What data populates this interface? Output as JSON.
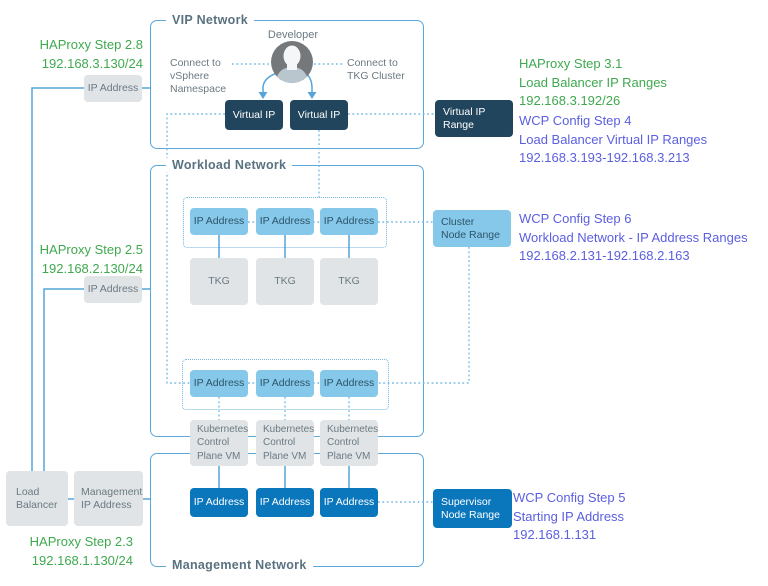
{
  "colors": {
    "green_text": "#3FA94F",
    "violet_text": "#5B5FE0",
    "solid_line": "#55A5D9",
    "dotted_line": "#79BCE5",
    "navy_box": "#21455C",
    "blue_box": "#0A76BC",
    "light_blue_box": "#85C8EA",
    "gray_box": "#E0E4E7",
    "network_border": "#5BA7DB"
  },
  "networks": {
    "vip": "VIP Network",
    "workload": "Workload Network",
    "management": "Management Network"
  },
  "developer": {
    "label": "Developer",
    "connect_left": [
      "Connect to",
      "vSphere",
      "Namespace"
    ],
    "connect_right": [
      "Connect to",
      "TKG Cluster"
    ]
  },
  "vip_network": {
    "virtual_ip_1": "Virtual IP",
    "virtual_ip_2": "Virtual IP"
  },
  "right_boxes": {
    "virtual_ip_range": [
      "Virtual IP",
      "Range"
    ],
    "cluster_node_range": [
      "Cluster",
      "Node Range"
    ],
    "supervisor_node_range": [
      "Supervisor",
      "Node Range"
    ]
  },
  "left_column": {
    "ip_address_top": "IP Address",
    "ip_address_mid": "IP Address",
    "load_balancer": [
      "Load",
      "Balancer"
    ],
    "management_ip": [
      "Management",
      "IP Address"
    ]
  },
  "workload_network": {
    "ip_address": "IP Address",
    "tkg": "TKG",
    "k8s_vm": [
      "Kubernetes",
      "Control",
      "Plane VM"
    ]
  },
  "management_network": {
    "ip_address": "IP Address"
  },
  "annotations": {
    "left": [
      {
        "lines": [
          "HAProxy Step 2.8",
          "192.168.3.130/24"
        ]
      },
      {
        "lines": [
          "HAProxy Step 2.5",
          "192.168.2.130/24"
        ]
      },
      {
        "lines": [
          "HAProxy Step 2.3",
          "192.168.1.130/24"
        ]
      }
    ],
    "right": [
      {
        "style": "green",
        "lines": [
          "HAProxy Step 3.1",
          "Load Balancer IP Ranges",
          "192.168.3.192/26"
        ]
      },
      {
        "style": "violet",
        "lines": [
          "WCP Config Step 4",
          "Load Balancer Virtual IP Ranges",
          "192.168.3.193-192.168.3.213"
        ]
      },
      {
        "style": "violet",
        "lines": [
          "WCP Config Step 6",
          "Workload Network - IP Address Ranges",
          "192.168.2.131-192.168.2.163"
        ]
      },
      {
        "style": "violet",
        "lines": [
          "WCP Config Step 5",
          "Starting IP Address",
          "192.168.1.131"
        ]
      }
    ]
  }
}
